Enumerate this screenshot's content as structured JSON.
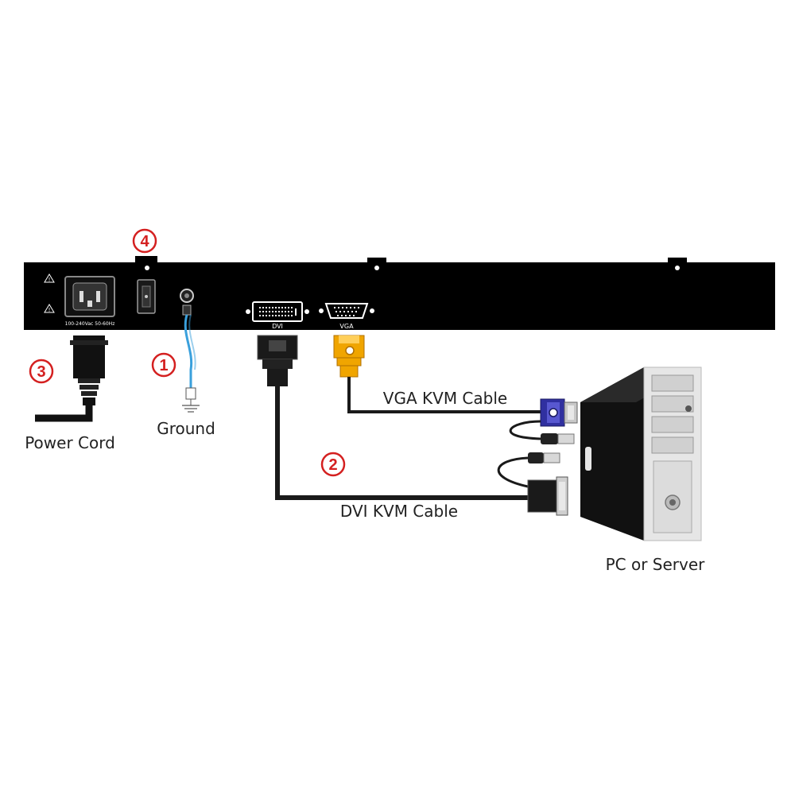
{
  "panel": {
    "rating_text": "100-240Vac 50-60Hz",
    "dvi_port_label": "DVI",
    "vga_port_label": "VGA"
  },
  "labels": {
    "power_cord": "Power Cord",
    "ground": "Ground",
    "vga_cable": "VGA KVM Cable",
    "dvi_cable": "DVI KVM Cable",
    "pc": "PC or Server"
  },
  "markers": [
    {
      "id": "1",
      "text": "1"
    },
    {
      "id": "2",
      "text": "2"
    },
    {
      "id": "3",
      "text": "3"
    },
    {
      "id": "4",
      "text": "4"
    }
  ],
  "colors": {
    "panel": "#000000",
    "marker": "#d42020",
    "ground_wire": "#3aa0dc",
    "vga_plug": "#f0a500",
    "vga_connector_blue": "#3030a0",
    "cable": "#1a1a1a",
    "tower_light": "#e6e6e6"
  }
}
